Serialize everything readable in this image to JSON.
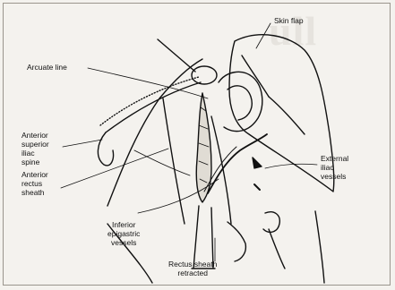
{
  "figure": {
    "background_text": "ull",
    "labels": {
      "skin_flap": "Skin flap",
      "arcuate_line": "Arcuate line",
      "asis": "Anterior\nsuperior\niliac\nspine",
      "anterior_rectus_sheath": "Anterior\nrectus\nsheath",
      "inferior_epigastric_vessels": "Inferior\nepigastric\nvessels",
      "external_iliac_vessels": "External\niliac\nvessels",
      "rectus_sheath_retracted": "Rectus sheath\nretracted"
    }
  },
  "colors": {
    "ink": "#111111",
    "paper": "#f4f2ee",
    "shade": "#d9d5cd"
  }
}
